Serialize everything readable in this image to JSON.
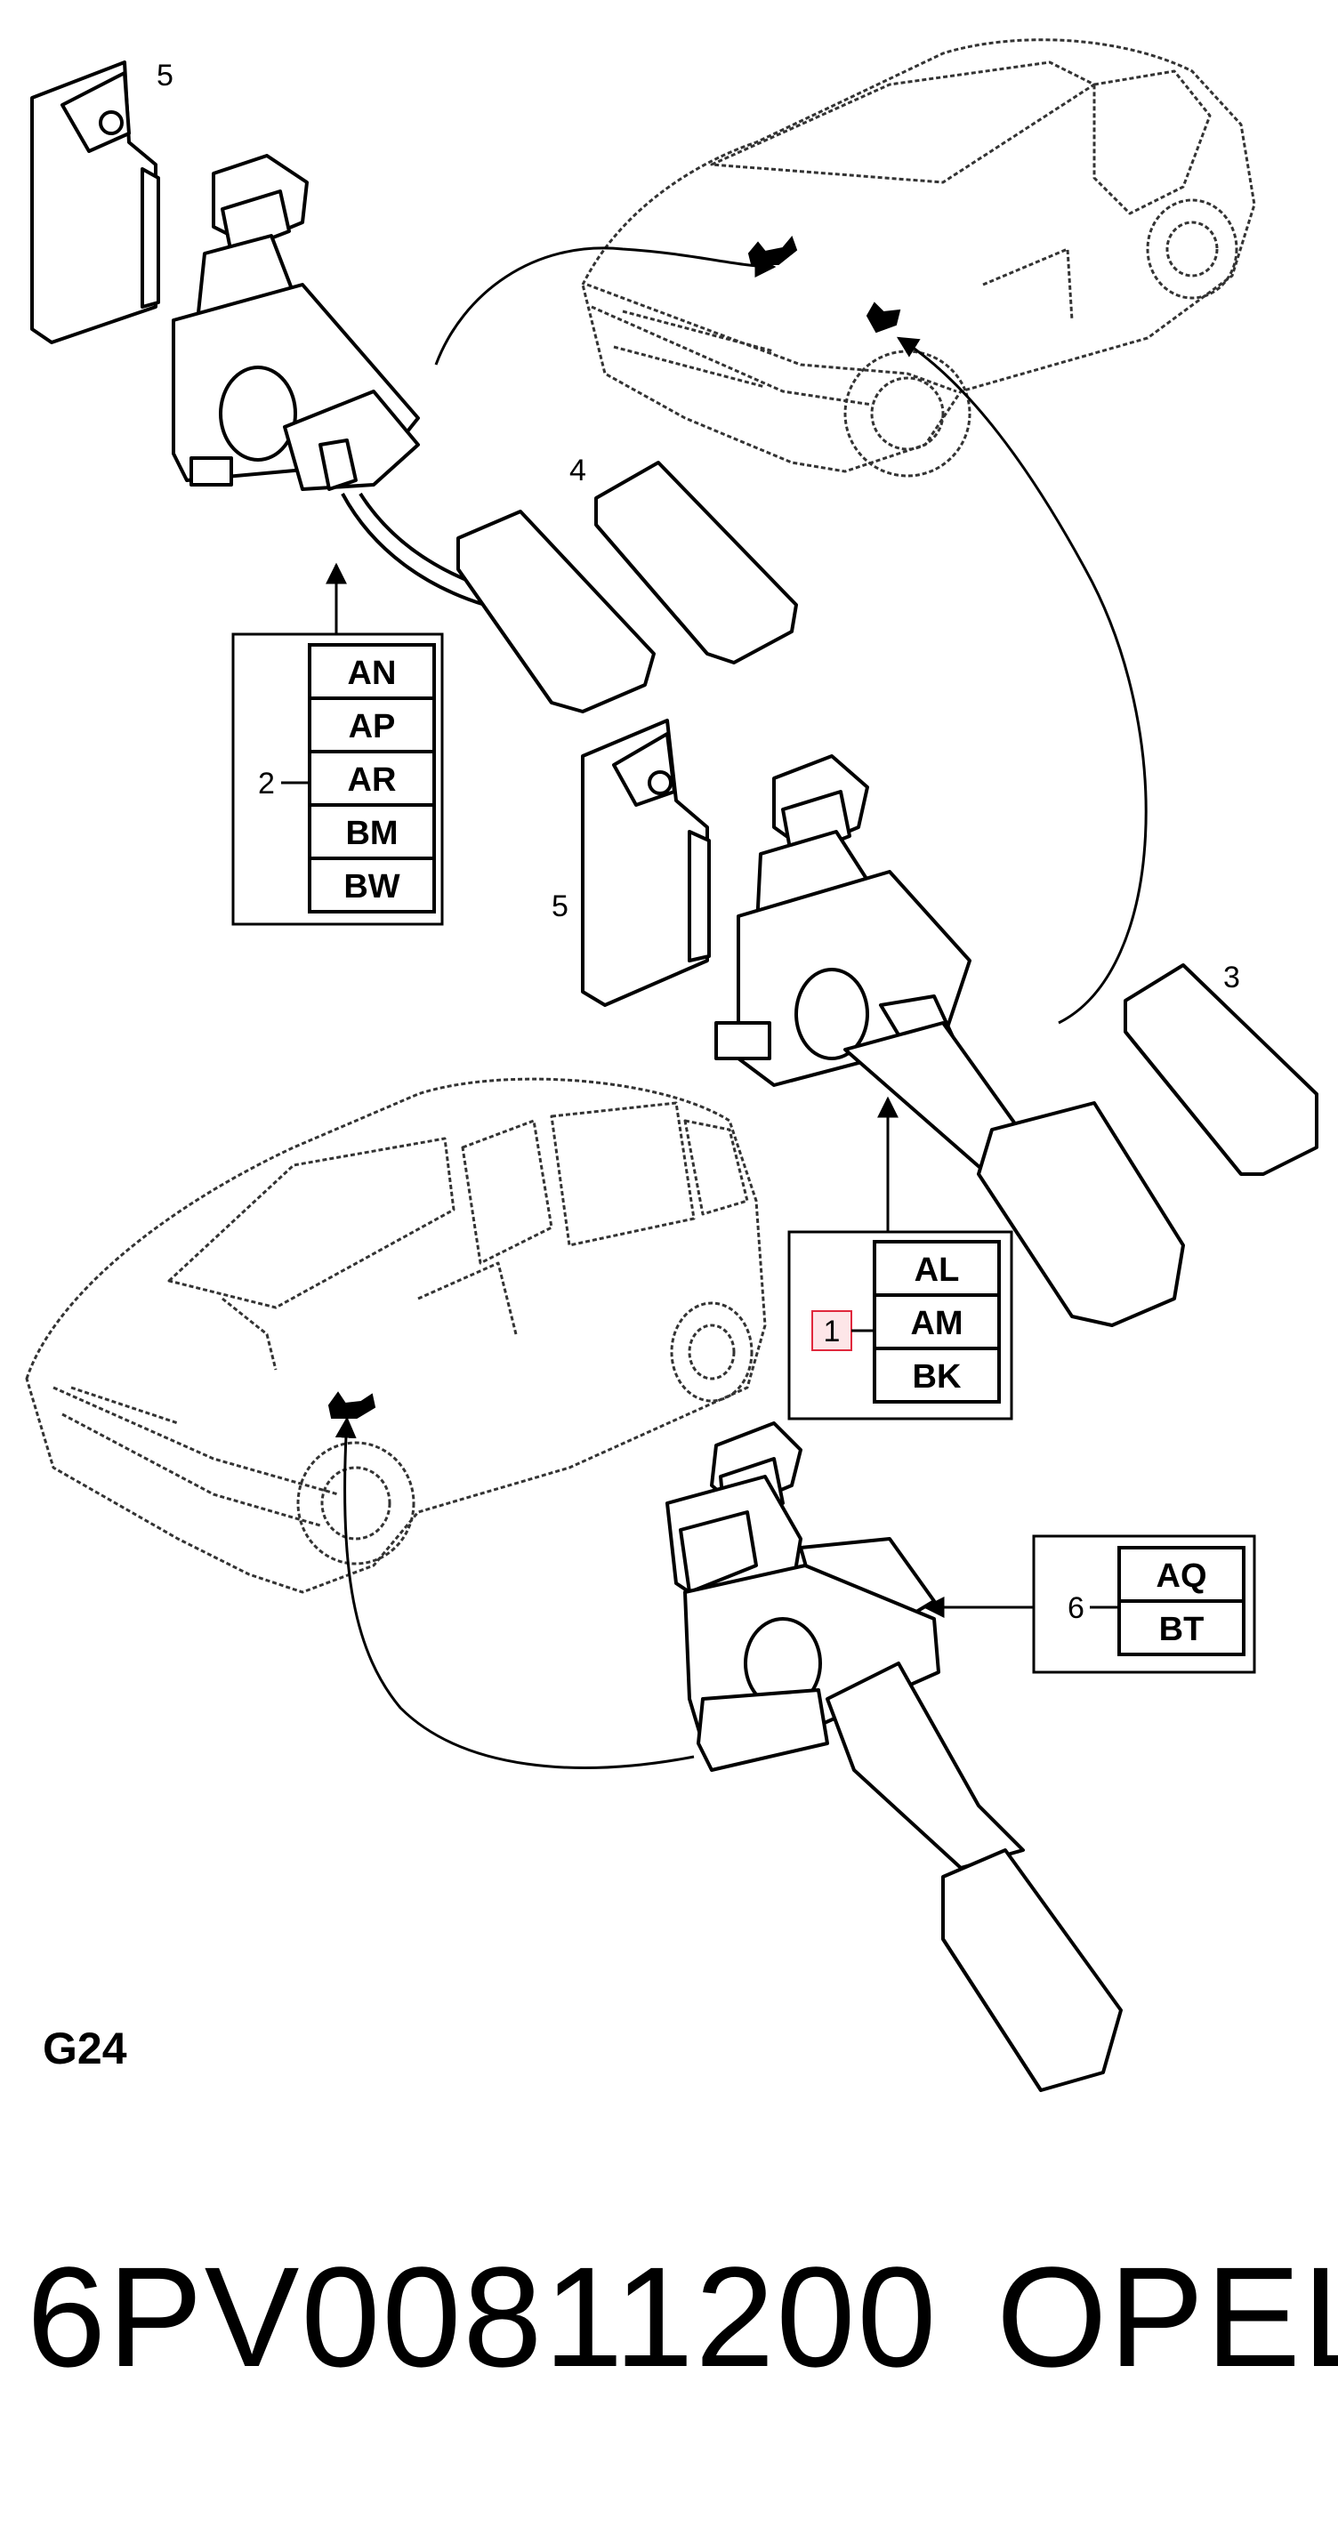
{
  "sheet_label": "G24",
  "part_number": "6PV00811200",
  "brand": "OPEL",
  "highlight_color": "#e0283c",
  "callouts": {
    "c5_top": "5",
    "c4": "4",
    "c2": "2",
    "c5_mid": "5",
    "c3": "3",
    "c1": "1",
    "c6": "6"
  },
  "code_tables": {
    "table_2": [
      "AN",
      "AP",
      "AR",
      "BM",
      "BW"
    ],
    "table_1": [
      "AL",
      "AM",
      "BK"
    ],
    "table_6": [
      "AQ",
      "BT"
    ]
  }
}
